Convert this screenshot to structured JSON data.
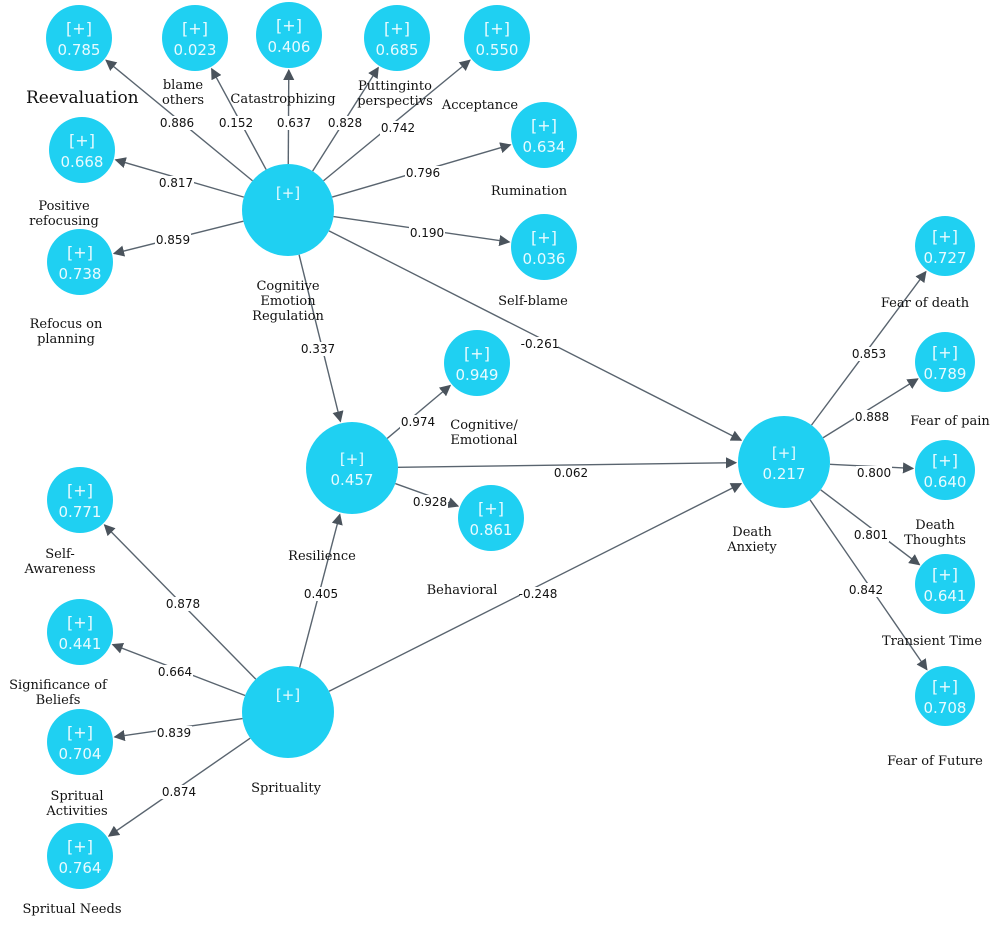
{
  "nodes": {
    "cer": {
      "plus": "[+]",
      "value": "",
      "label_lines": [
        "Cognitive",
        "Emotion",
        "Regulation"
      ]
    },
    "resilience": {
      "plus": "[+]",
      "value": "0.457",
      "label_lines": [
        "Resilience"
      ]
    },
    "spirituality": {
      "plus": "[+]",
      "value": "",
      "label_lines": [
        "Sprituality"
      ]
    },
    "death_anxiety": {
      "plus": "[+]",
      "value": "0.217",
      "label_lines": [
        "Death",
        "Anxiety"
      ]
    },
    "reevaluation": {
      "plus": "[+]",
      "value": "0.785",
      "label_lines": [
        "Reevaluation"
      ]
    },
    "blame_others": {
      "plus": "[+]",
      "value": "0.023",
      "label_lines": [
        "blame",
        "others"
      ]
    },
    "catastrophizing": {
      "plus": "[+]",
      "value": "0.406",
      "label_lines": [
        "Catastrophizing"
      ]
    },
    "putting_perspective": {
      "plus": "[+]",
      "value": "0.685",
      "label_lines": [
        "Puttinginto",
        "perspectivs"
      ]
    },
    "acceptance": {
      "plus": "[+]",
      "value": "0.550",
      "label_lines": [
        "Acceptance"
      ]
    },
    "positive_refocusing": {
      "plus": "[+]",
      "value": "0.668",
      "label_lines": [
        "Positive",
        "refocusing"
      ]
    },
    "rumination": {
      "plus": "[+]",
      "value": "0.634",
      "label_lines": [
        "Rumination"
      ]
    },
    "refocus_planning": {
      "plus": "[+]",
      "value": "0.738",
      "label_lines": [
        "Refocus on",
        "planning"
      ]
    },
    "self_blame": {
      "plus": "[+]",
      "value": "0.036",
      "label_lines": [
        "Self-blame"
      ]
    },
    "cognitive_emotional": {
      "plus": "[+]",
      "value": "0.949",
      "label_lines": [
        "Cognitive/",
        "Emotional"
      ]
    },
    "behavioral": {
      "plus": "[+]",
      "value": "0.861",
      "label_lines": [
        "Behavioral"
      ]
    },
    "self_awareness": {
      "plus": "[+]",
      "value": "0.771",
      "label_lines": [
        "Self-",
        "Awareness"
      ]
    },
    "significance_beliefs": {
      "plus": "[+]",
      "value": "0.441",
      "label_lines": [
        "Significance of",
        "Beliefs"
      ]
    },
    "spiritual_activities": {
      "plus": "[+]",
      "value": "0.704",
      "label_lines": [
        "Spritual",
        "Activities"
      ]
    },
    "spiritual_needs": {
      "plus": "[+]",
      "value": "0.764",
      "label_lines": [
        "Spritual Needs"
      ]
    },
    "fear_death": {
      "plus": "[+]",
      "value": "0.727",
      "label_lines": [
        "Fear of death"
      ]
    },
    "fear_pain": {
      "plus": "[+]",
      "value": "0.789",
      "label_lines": [
        "Fear of pain"
      ]
    },
    "death_thoughts": {
      "plus": "[+]",
      "value": "0.640",
      "label_lines": [
        "Death",
        "Thoughts"
      ]
    },
    "transient_time": {
      "plus": "[+]",
      "value": "0.641",
      "label_lines": [
        "Transient Time"
      ]
    },
    "fear_future": {
      "plus": "[+]",
      "value": "0.708",
      "label_lines": [
        "Fear of Future"
      ]
    }
  },
  "edges": [
    {
      "from": "cer",
      "to": "reevaluation",
      "weight": "0.886"
    },
    {
      "from": "cer",
      "to": "blame_others",
      "weight": "0.152"
    },
    {
      "from": "cer",
      "to": "catastrophizing",
      "weight": "0.637"
    },
    {
      "from": "cer",
      "to": "putting_perspective",
      "weight": "0.828"
    },
    {
      "from": "cer",
      "to": "acceptance",
      "weight": "0.742"
    },
    {
      "from": "cer",
      "to": "positive_refocusing",
      "weight": "0.817"
    },
    {
      "from": "cer",
      "to": "rumination",
      "weight": "0.796"
    },
    {
      "from": "cer",
      "to": "refocus_planning",
      "weight": "0.859"
    },
    {
      "from": "cer",
      "to": "self_blame",
      "weight": "0.190"
    },
    {
      "from": "cer",
      "to": "resilience",
      "weight": "0.337"
    },
    {
      "from": "cer",
      "to": "death_anxiety",
      "weight": "-0.261"
    },
    {
      "from": "resilience",
      "to": "cognitive_emotional",
      "weight": "0.974"
    },
    {
      "from": "resilience",
      "to": "behavioral",
      "weight": "0.928"
    },
    {
      "from": "resilience",
      "to": "death_anxiety",
      "weight": "0.062"
    },
    {
      "from": "spirituality",
      "to": "resilience",
      "weight": "0.405"
    },
    {
      "from": "spirituality",
      "to": "death_anxiety",
      "weight": "-0.248"
    },
    {
      "from": "spirituality",
      "to": "self_awareness",
      "weight": "0.878"
    },
    {
      "from": "spirituality",
      "to": "significance_beliefs",
      "weight": "0.664"
    },
    {
      "from": "spirituality",
      "to": "spiritual_activities",
      "weight": "0.839"
    },
    {
      "from": "spirituality",
      "to": "spiritual_needs",
      "weight": "0.874"
    },
    {
      "from": "death_anxiety",
      "to": "fear_death",
      "weight": "0.853"
    },
    {
      "from": "death_anxiety",
      "to": "fear_pain",
      "weight": "0.888"
    },
    {
      "from": "death_anxiety",
      "to": "death_thoughts",
      "weight": "0.800"
    },
    {
      "from": "death_anxiety",
      "to": "transient_time",
      "weight": "0.801"
    },
    {
      "from": "death_anxiety",
      "to": "fear_future",
      "weight": "0.842"
    }
  ],
  "colors": {
    "node_fill": "#1fd0f2",
    "node_text": "#e8fbff",
    "edge": "#3d4a56",
    "text": "#111111"
  }
}
